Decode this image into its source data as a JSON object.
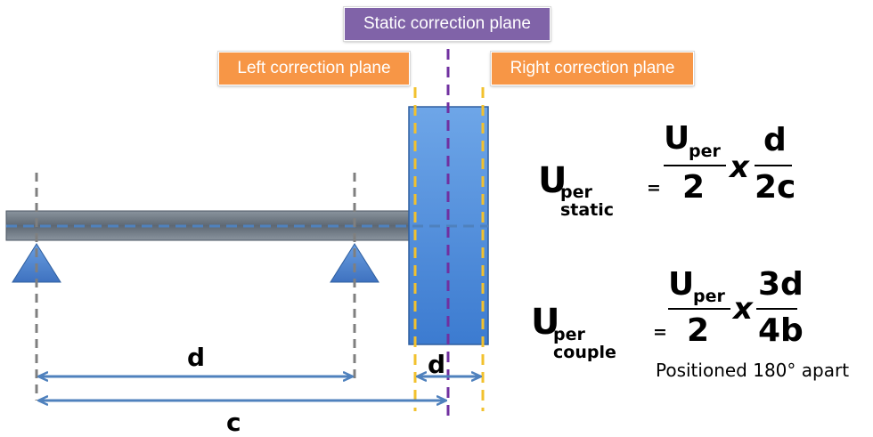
{
  "labels": {
    "static_plane": "Static correction plane",
    "left_plane": "Left correction plane",
    "right_plane": "Right correction plane"
  },
  "dimensions": {
    "d_long": "d",
    "d_short": "d",
    "c": "c"
  },
  "formula_static": {
    "U": "U",
    "subscript": "per static",
    "eq": "=",
    "num1_U": "U",
    "num1_sub": "per",
    "den1": "2",
    "times": "x",
    "num2": "d",
    "den2": "2c"
  },
  "formula_couple": {
    "U": "U",
    "subscript": "per couple",
    "eq": "=",
    "num1_U": "U",
    "num1_sub": "per",
    "den1": "2",
    "times": "x",
    "num2": "3d",
    "den2": "4b"
  },
  "note": "Positioned 180° apart",
  "colors": {
    "static_label_bg": "#8063a8",
    "side_label_bg": "#f79646",
    "shaft": "#6d7885",
    "disk": "#4f8fdc",
    "support": "#4f81bd",
    "dim_arrow": "#4f81bd",
    "yellow_dash": "#f2c12e",
    "purple_dash": "#7030a0",
    "gray_dash": "#7f7f7f"
  }
}
